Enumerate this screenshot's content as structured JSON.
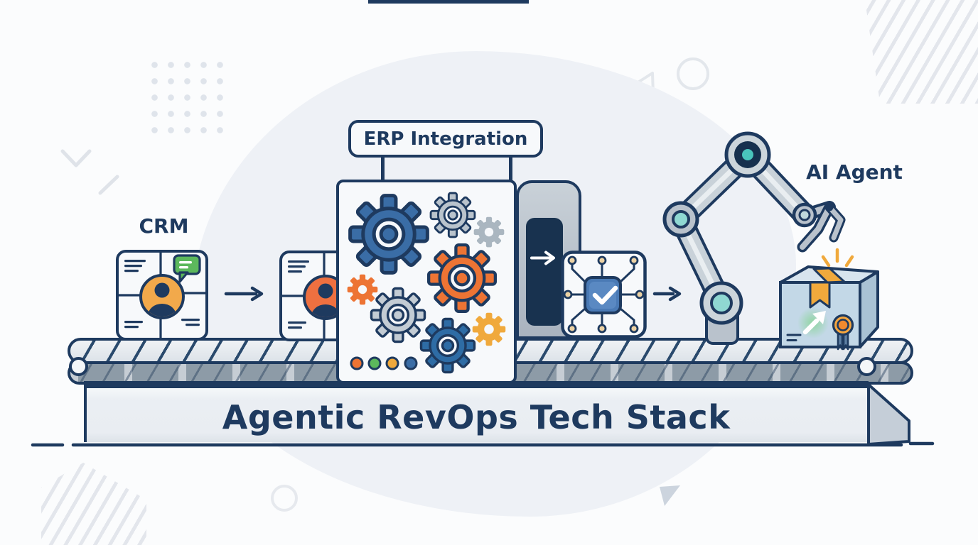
{
  "scene": {
    "title": "Agentic RevOps Tech Stack",
    "labels": {
      "crm": "CRM",
      "erp": "ERP Integration",
      "ai_agent": "AI Agent"
    },
    "components": [
      "crm-document-card",
      "transfer-arrow",
      "crm-document-card-2",
      "erp-gear-panel",
      "server-tower",
      "circuit-chip-check",
      "robot-arm",
      "package-box",
      "conveyor-belt"
    ],
    "palette": {
      "outline_navy": "#1e3a5f",
      "gear_blue": "#3a6da6",
      "gear_orange": "#ed7434",
      "gear_amber": "#f0a93c",
      "bubble_green": "#5cb85c",
      "joint_teal": "#8fd8d2",
      "belt_gray": "#8d9ba7",
      "panel_bg": "#f7f9fb",
      "box_blue": "#c3d8e7",
      "metal_gray": "#b9c3cd",
      "background": "#fbfcfd",
      "blob": "#eef1f6"
    },
    "status_dots": [
      "#ed7434",
      "#5cb85c",
      "#f0a93c",
      "#3a6da6"
    ]
  }
}
